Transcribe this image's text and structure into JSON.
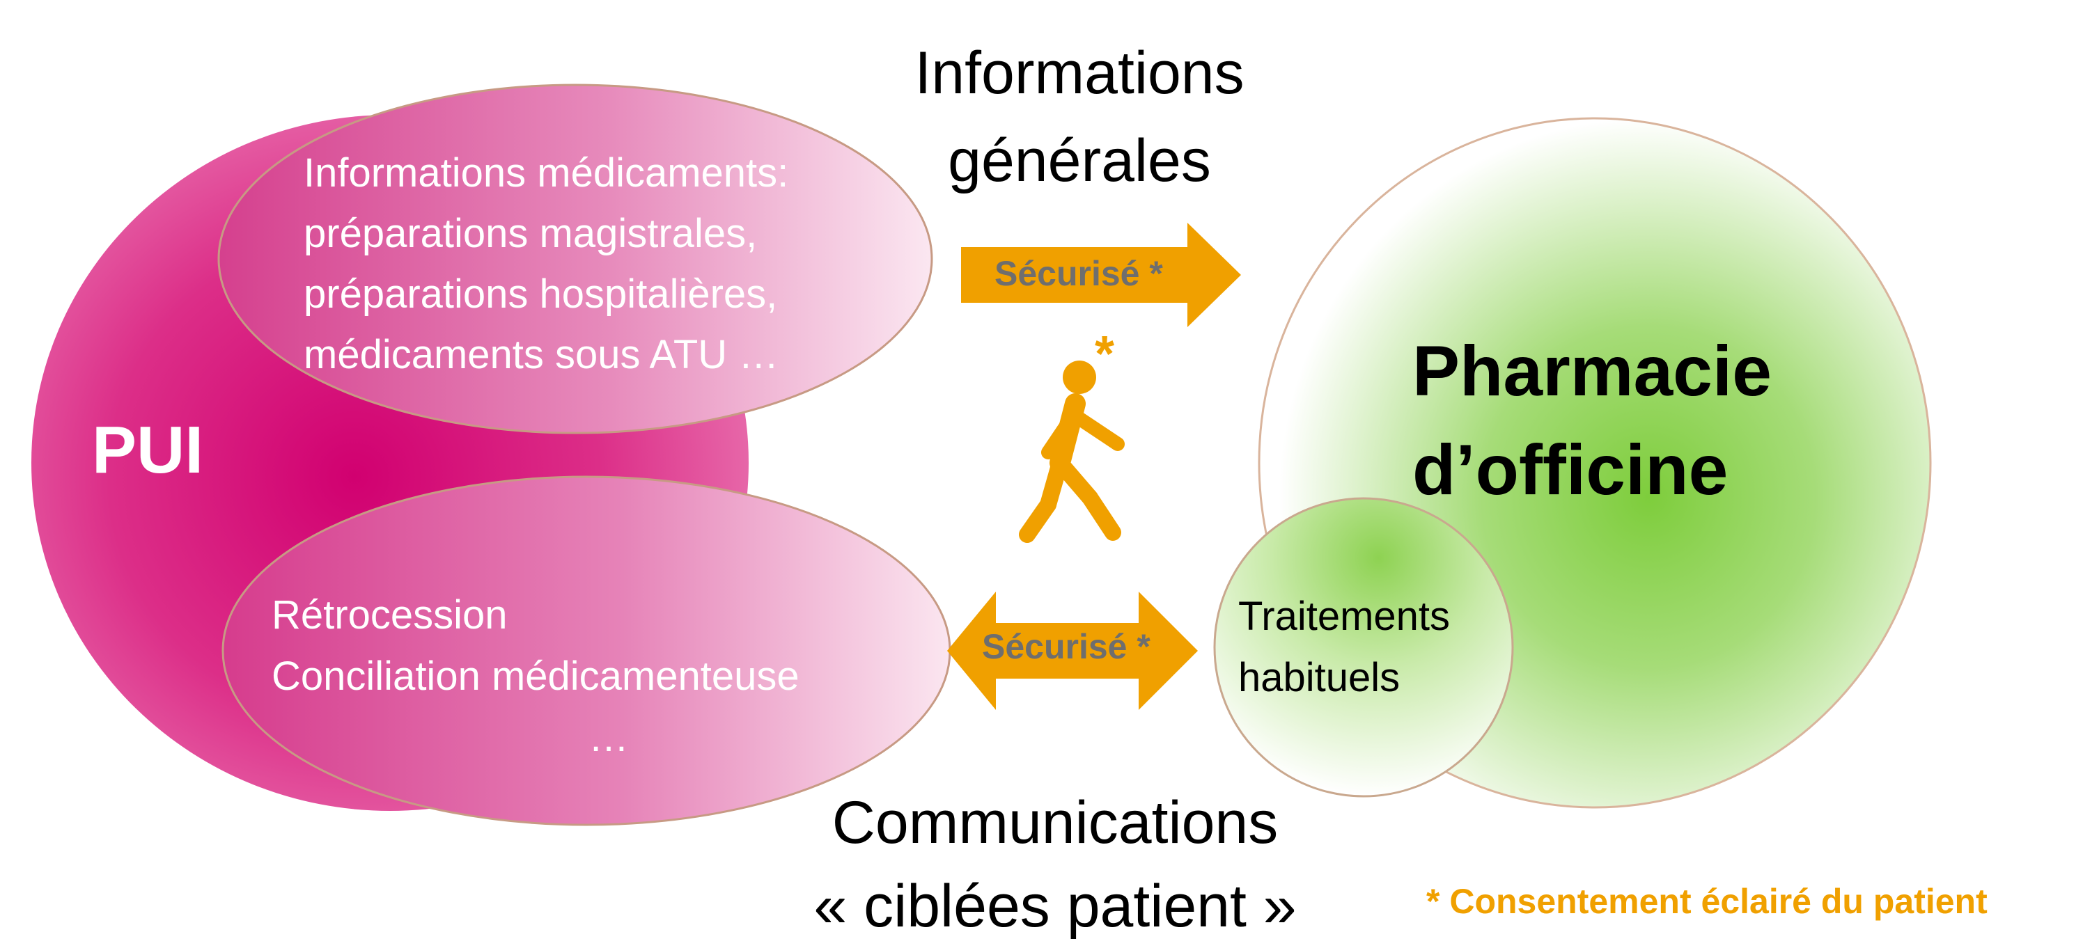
{
  "title_top": {
    "line1": "Informations",
    "line2": "générales"
  },
  "title_bottom": {
    "line1": "Communications",
    "line2": "« ciblées patient »"
  },
  "pui": {
    "label": "PUI",
    "top_bubble_lines": [
      "Informations médicaments:",
      "préparations magistrales,",
      "préparations hospitalières,",
      "médicaments sous ATU …"
    ],
    "bottom_bubble_lines": [
      "Rétrocession",
      "Conciliation médicamenteuse",
      "…"
    ]
  },
  "officine": {
    "label_line1": "Pharmacie",
    "label_line2": "d’officine",
    "small_bubble_lines": [
      "Traitements",
      "habituels"
    ]
  },
  "arrows": {
    "top_label": "Sécurisé *",
    "bottom_label": "Sécurisé *",
    "asterisk": "*"
  },
  "footnote": "* Consentement éclairé du patient",
  "icons": {
    "patient": "walking-person-icon"
  },
  "colors": {
    "magenta": "#D6006F",
    "green": "#7CCB3A",
    "orange": "#F0A000",
    "footnote_orange": "#F0A000",
    "arrow_text": "#6E6E6E"
  }
}
